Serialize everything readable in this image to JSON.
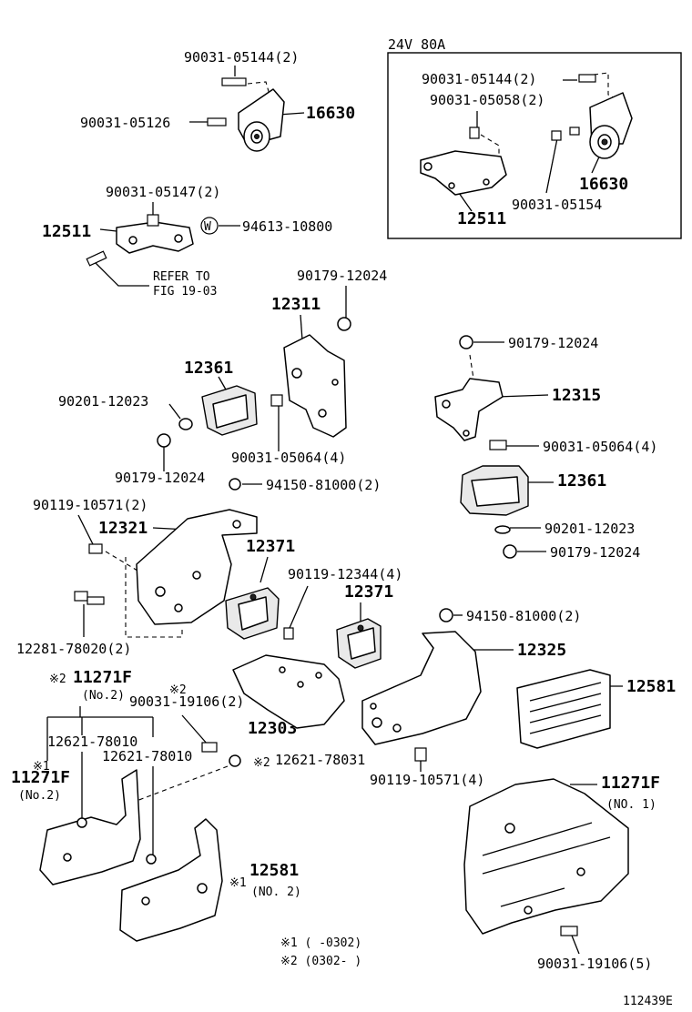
{
  "inset": {
    "title": "24V  80A",
    "labels": {
      "bolt_a": "90031-05144(2)",
      "bolt_b": "90031-05058(2)",
      "bracket": "12511",
      "pulley": "16630",
      "bolt_c": "90031-05154"
    }
  },
  "labels": {
    "top_bolt_1": "90031-05144(2)",
    "top_bolt_2": "90031-05126",
    "top_pulley": "16630",
    "bolt_05147": "90031-05147(2)",
    "hanger_12511": "12511",
    "washer_note": "94613-10800",
    "washer_mark": "W",
    "refer_line1": "REFER TO",
    "refer_line2": "FIG 19-03",
    "nut_top": "90179-12024",
    "bracket_12311": "12311",
    "insul_12361_left": "12361",
    "washer_12023_left": "90201-12023",
    "bolt_05064_left": "90031-05064(4)",
    "nut_12024_left": "90179-12024",
    "nut_81000_left": "94150-81000(2)",
    "bolt_10571_left": "90119-10571(2)",
    "member_12321": "12321",
    "insul_12371_left": "12371",
    "bolt_12344": "90119-12344(4)",
    "bolt_78020": "12281-78020(2)",
    "nut_12024_right": "90179-12024",
    "bracket_12315": "12315",
    "bolt_05064_right": "90031-05064(4)",
    "insul_12361_right": "12361",
    "washer_12023_right": "90201-12023",
    "nut_12024_right2": "90179-12024",
    "insul_12371_right": "12371",
    "nut_81000_right": "94150-81000(2)",
    "member_12325": "12325",
    "cover_12581_right": "12581",
    "shield_left_mark": "※2",
    "shield_left_num": "11271F",
    "shield_left_sub": "(No.2)",
    "bolt_19106_mark": "※2",
    "bolt_19106": "90031-19106(2)",
    "member_12303": "12303",
    "clip_78010_a": "12621-78010",
    "clip_78010_b": "12621-78010",
    "clip_78031_mark": "※2",
    "clip_78031": "12621-78031",
    "bolt_10571_right": "90119-10571(4)",
    "shield_left2_mark": "※1",
    "shield_left2_num": "11271F",
    "shield_left2_sub": "(No.2)",
    "cover_12581_no2": "12581",
    "cover_12581_no2_sub": "(NO. 2)",
    "cover_12581_no2_mark": "※1",
    "shield_right_num": "11271F",
    "shield_right_sub": "(NO. 1)",
    "bolt_19106_right": "90031-19106(5)"
  },
  "footnotes": {
    "note1": "※1 (        -0302)",
    "note2": "※2 (0302-        )"
  },
  "figure_id": "112439E"
}
